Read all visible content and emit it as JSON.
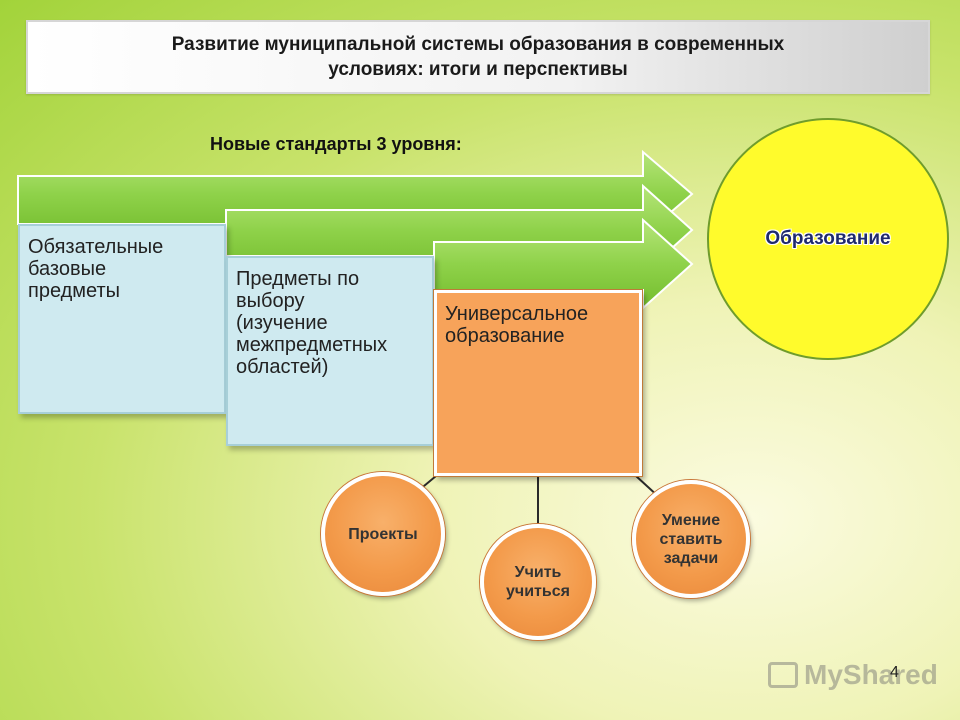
{
  "slide": {
    "title": "Развитие муниципальной системы образования в современных\nусловиях: итоги и перспективы",
    "subtitle": "Новые стандарты 3 уровня:",
    "page_number": "4"
  },
  "levels": [
    {
      "label": "Обязательные\nбазовые\nпредметы"
    },
    {
      "label": "Предметы по\nвыбору\n(изучение\nмежпредметных\nобластей)"
    },
    {
      "label": "Универсальное\nобразование"
    }
  ],
  "goal": {
    "label": "Образование"
  },
  "outcomes": [
    {
      "label": "Проекты"
    },
    {
      "label": "Учить\nучиться"
    },
    {
      "label": "Умение\nставить\nзадачи"
    }
  ],
  "watermark": {
    "text": "MyShared"
  },
  "colors": {
    "arrow_green": "#8fd24a",
    "box_blue": "#cfeaf0",
    "box_orange": "#f7a35a",
    "circle_yellow": "#fffb2c",
    "goal_text": "#1f2a6e"
  }
}
